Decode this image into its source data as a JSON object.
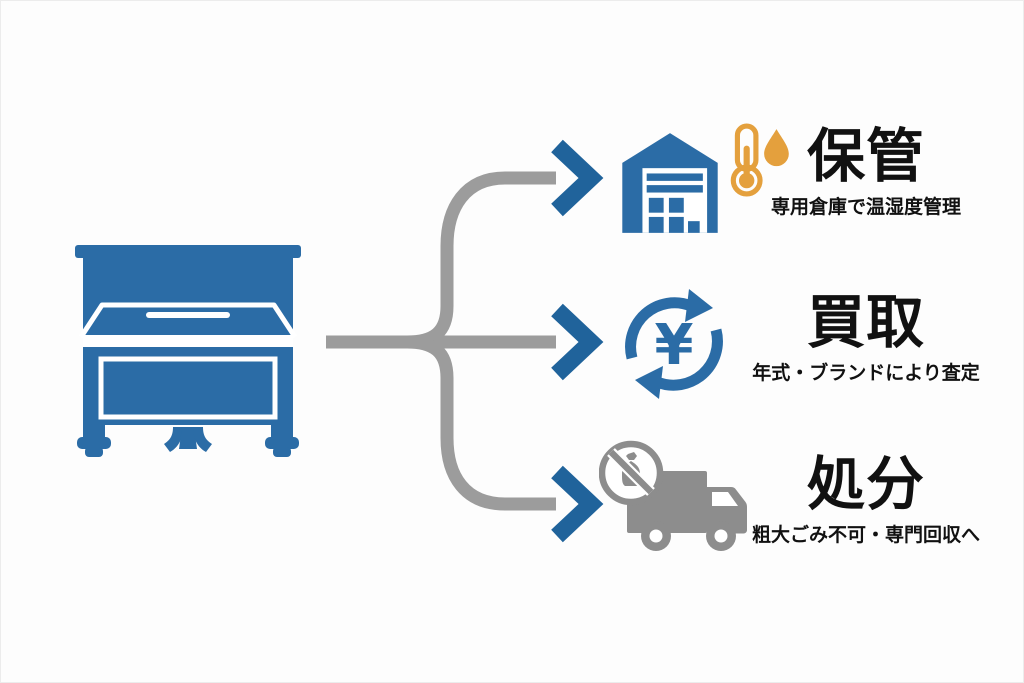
{
  "flow": {
    "source": {
      "icon": "upright-piano-icon"
    },
    "connector": {
      "shape": "three-branch-split",
      "arrow_icon": "chevron-right-arrow-icon"
    },
    "options": [
      {
        "id": "storage",
        "title": "保管",
        "subtitle": "専用倉庫で温湿度管理",
        "icons": [
          "warehouse-icon",
          "thermometer-icon",
          "water-drop-icon"
        ]
      },
      {
        "id": "buyback",
        "title": "買取",
        "subtitle": "年式・ブランドにより査定",
        "icons": [
          "yen-recycle-icon"
        ],
        "symbol": "¥"
      },
      {
        "id": "disposal",
        "title": "処分",
        "subtitle": "粗大ごみ不可・専門回収へ",
        "icons": [
          "truck-icon",
          "no-garbage-bag-icon"
        ]
      }
    ]
  },
  "colors": {
    "blue": "#2b6ca6",
    "arrow": "#20639b",
    "line": "#9c9c9c",
    "metal": "#8d8d8d",
    "orange": "#e4a03d",
    "ink": "#111111",
    "bg": "#fdfdfd"
  }
}
